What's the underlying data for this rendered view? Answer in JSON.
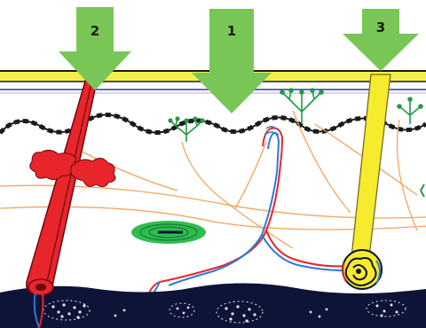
{
  "arrows": [
    {
      "label": "2"
    },
    {
      "label": "1"
    },
    {
      "label": "3"
    }
  ],
  "colors": {
    "arrow": "#79c657",
    "surface_yellow": "#f4ef4f",
    "hair_red": "#e8252b",
    "vessel_blue": "#2a7bd8",
    "nerve_orange": "#f3a55c",
    "receptor_green": "#1f9a48",
    "yellow_fiber": "#f6eb2c",
    "dark_base": "#0e1338",
    "corpuscle_green": "#2ebd4f"
  },
  "icons": [
    "down-arrow-icon",
    "hair-follicle",
    "free-nerve-ending",
    "pacinian-corpuscle",
    "meissner-corpuscle",
    "blood-vessel",
    "sweat-gland"
  ]
}
